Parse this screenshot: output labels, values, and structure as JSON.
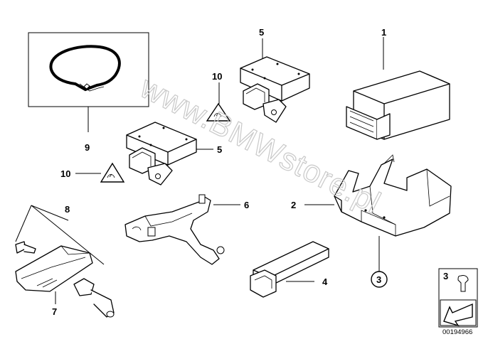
{
  "watermark": "www.BMWstore.pl",
  "diagram_id": "00194966",
  "labels": {
    "p1": "1",
    "p2": "2",
    "p3": "3",
    "p4": "4",
    "p5a": "5",
    "p5b": "5",
    "p6": "6",
    "p7": "7",
    "p8": "8",
    "p9": "9",
    "p10a": "10",
    "p10b": "10",
    "legend3": "3"
  }
}
